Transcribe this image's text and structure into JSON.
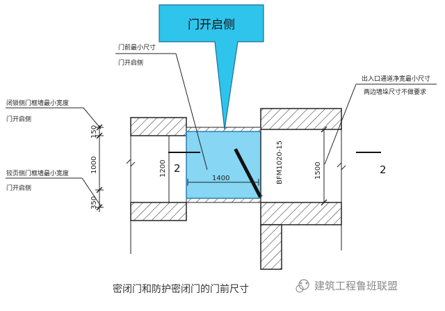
{
  "callout": {
    "title": "门开启侧"
  },
  "labels": {
    "door_front_min": "门前最小尺寸",
    "door_front_side": "门开启侧",
    "lock_side_min": "闭锁侧门框墙最小宽度",
    "lock_side_open": "门开启侧",
    "hinge_side_min": "铰页侧门框墙最小宽度",
    "hinge_side_open": "门开启侧",
    "passage_min": "出入口通道净宽最小尺寸",
    "passage_note": "两边墙垛尺寸不做要求"
  },
  "dimensions": {
    "d150": "150",
    "d1000": "1000",
    "d350": "350",
    "d1200": "1200",
    "d1400": "1400",
    "d1500": "1500",
    "door_code": "BFM1020-15"
  },
  "section_marks": {
    "left": "2",
    "right": "2"
  },
  "caption": "密闭门和防护密闭门的门前尺寸",
  "watermark": "建筑工程鲁班联盟",
  "colors": {
    "highlight_fill": "#86d6f4",
    "highlight_stroke": "#2f7fae",
    "callout_fill": "#2ec4ec",
    "line": "#222222"
  }
}
